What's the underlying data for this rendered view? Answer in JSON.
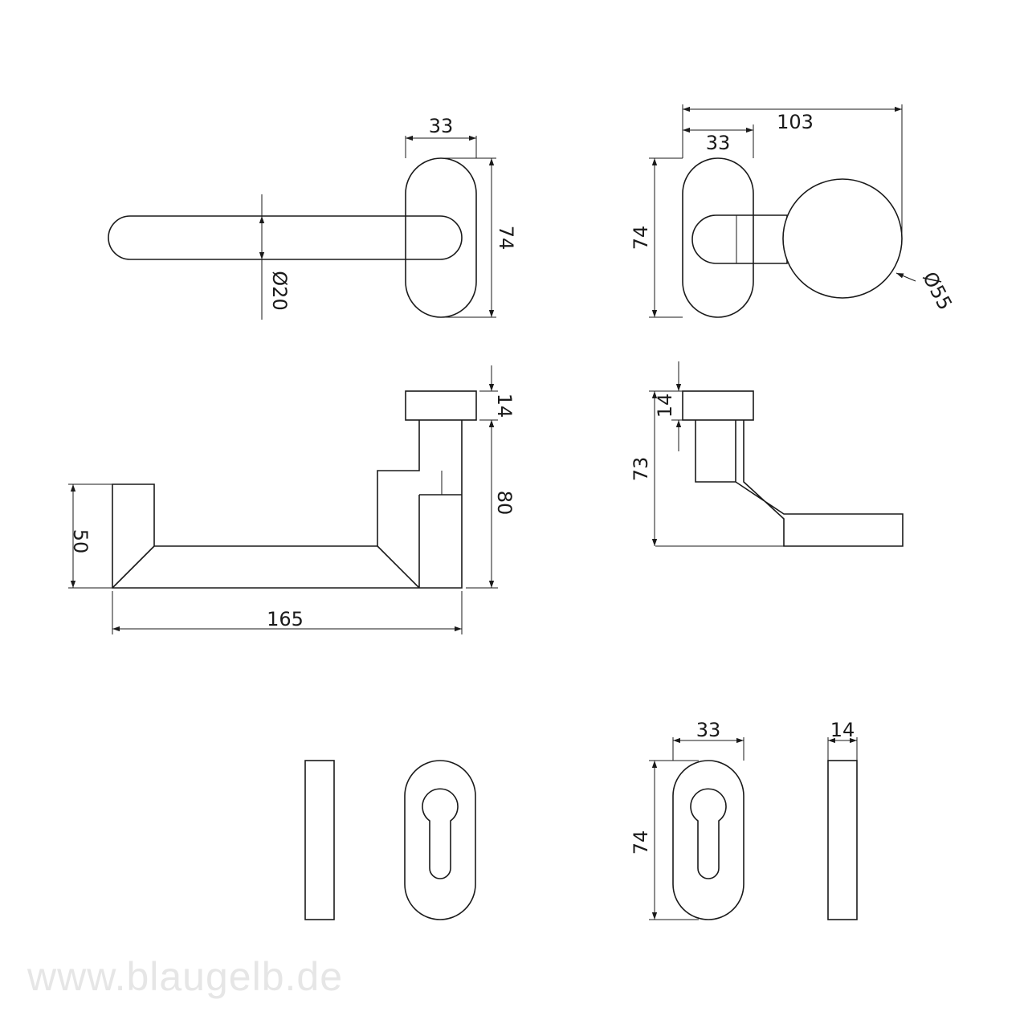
{
  "views": {
    "lever_front": {
      "width": "33",
      "height": "74",
      "diameter": "Ø20"
    },
    "knob_front": {
      "overall": "103",
      "width": "33",
      "height": "74",
      "diameter": "Ø55"
    },
    "lever_side": {
      "rose": "14",
      "height": "80",
      "offset": "50",
      "length": "165"
    },
    "knob_side": {
      "rose": "14",
      "height": "73"
    },
    "escutcheon": {
      "width": "33",
      "height": "74",
      "thickness": "14"
    }
  },
  "watermark": "www.blaugelb.de"
}
